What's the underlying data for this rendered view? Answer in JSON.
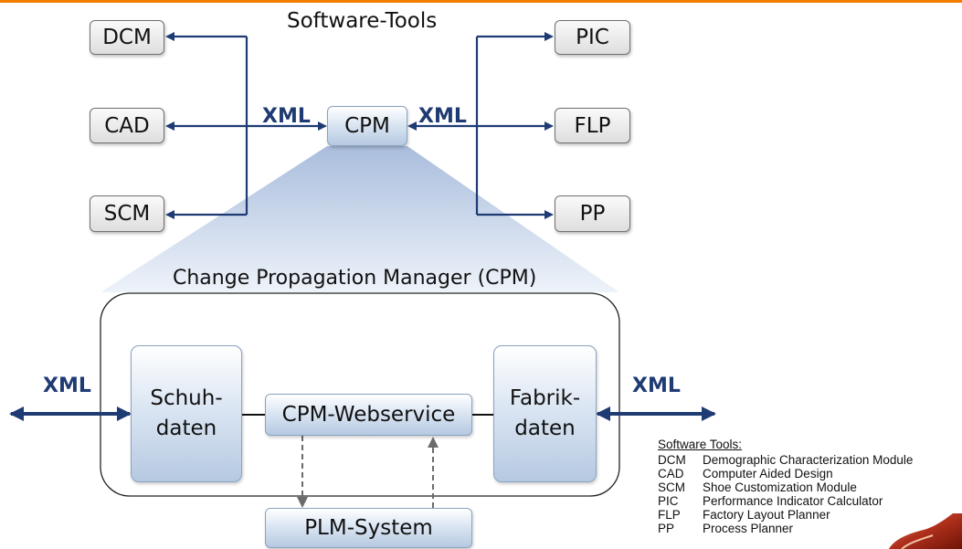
{
  "title": "Software-Tools",
  "tools_left": [
    "DCM",
    "CAD",
    "SCM"
  ],
  "tools_right": [
    "PIC",
    "FLP",
    "PP"
  ],
  "center": "CPM",
  "xml_label": "XML",
  "cpm_title": "Change Propagation Manager (CPM)",
  "schuh": [
    "Schuh-",
    "daten"
  ],
  "fabrik": [
    "Fabrik-",
    "daten"
  ],
  "webservice": "CPM-Webservice",
  "plm": "PLM-System",
  "legend": {
    "title": "Software Tools:",
    "items": [
      {
        "abbr": "DCM",
        "desc": "Demographic Characterization Module"
      },
      {
        "abbr": "CAD",
        "desc": "Computer Aided Design"
      },
      {
        "abbr": "SCM",
        "desc": "Shoe Customization Module"
      },
      {
        "abbr": "PIC",
        "desc": "Performance Indicator Calculator"
      },
      {
        "abbr": "FLP",
        "desc": "Factory Layout Planner"
      },
      {
        "abbr": "PP",
        "desc": "Process Planner"
      }
    ]
  },
  "colors": {
    "arrow": "#1f3b73",
    "accent_bar": "#f07d00",
    "box_blue": "#b6c9e1"
  }
}
